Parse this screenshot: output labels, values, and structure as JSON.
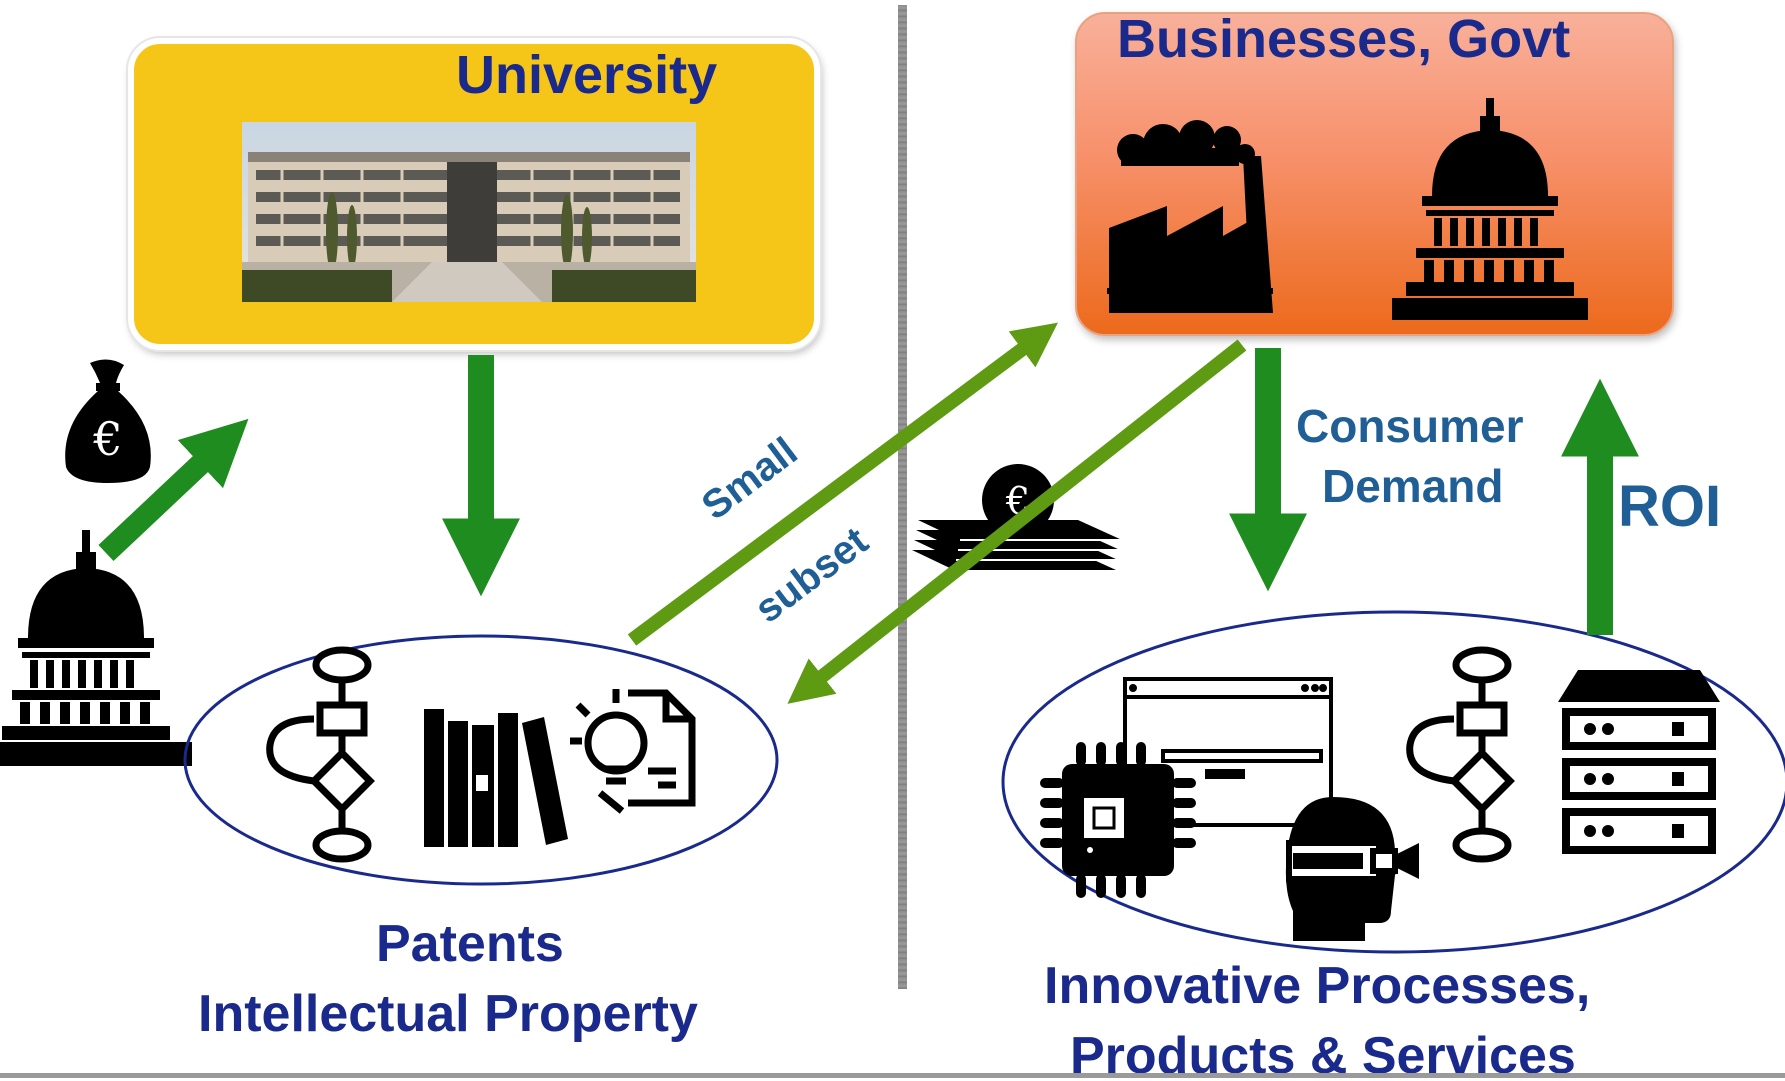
{
  "university": {
    "title": "University"
  },
  "businesses": {
    "title": "Businesses, Govt"
  },
  "labels": {
    "small": "Small",
    "subset": "subset",
    "consumer_line1": "Consumer",
    "consumer_line2": "Demand",
    "roi": "ROI",
    "patents_line1": "Patents",
    "patents_line2": "Intellectual Property",
    "innovative_line1": "Innovative Processes,",
    "innovative_line2": "Products & Services"
  },
  "currency_symbol": "€",
  "colors": {
    "university_fill": "#f5c518",
    "business_fill_top": "#f8b09a",
    "business_fill_bottom": "#ec6a1c",
    "text_blue": "#1a2a8c",
    "text_teal": "#1f5f96",
    "arrow_green": "#1f8c1f",
    "arrow_olive": "#5e9a12",
    "ellipse_stroke": "#1a2a8c",
    "divider_gray": "#8b8b8b"
  },
  "icons": [
    "money-bag-icon",
    "capitol-icon",
    "flowchart-icon",
    "books-icon",
    "idea-document-icon",
    "factory-icon",
    "cash-stack-icon",
    "microchip-icon",
    "browser-window-icon",
    "vr-headset-icon",
    "server-rack-icon"
  ]
}
